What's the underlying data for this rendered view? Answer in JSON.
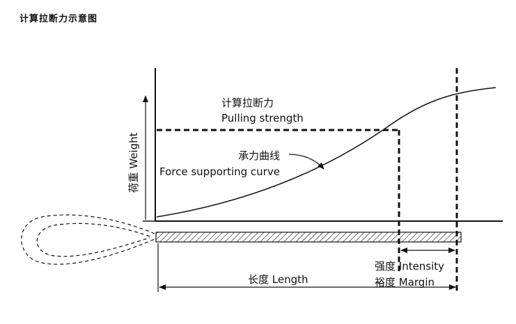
{
  "title": "计算拉断力示意图",
  "labels": {
    "y_axis": "荷重 Weight",
    "pulling_cn": "计算拉断力",
    "pulling_en": "Pulling strength",
    "curve_cn": "承力曲线",
    "curve_en": "Force supporting curve",
    "intensity": "强度 Intensity",
    "margin": "裕度 Margin",
    "length": "长度 Length"
  },
  "colors": {
    "ink": "#111111",
    "background": "#ffffff"
  }
}
